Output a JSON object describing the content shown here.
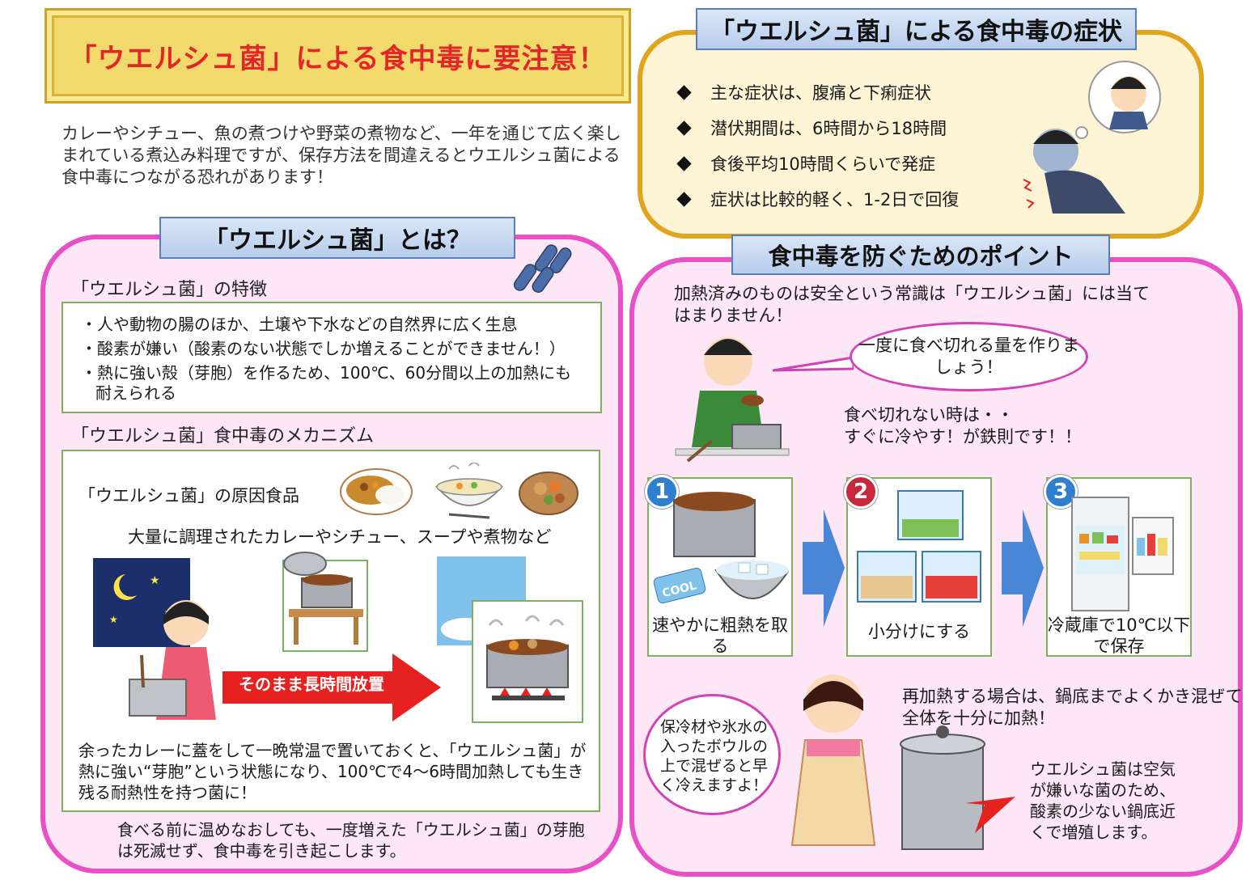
{
  "title": "「ウエルシュ菌」による食中毒に要注意！",
  "intro": "カレーやシチュー、魚の煮つけや野菜の煮物など、一年を通じて広く楽しまれている煮込み料理ですが、保存方法を間違えるとウエルシュ菌による食中毒につながる恐れがあります！",
  "left": {
    "label": "「ウエルシュ菌」とは？",
    "feature_heading": "「ウエルシュ菌」の特徴",
    "features": [
      "・人や動物の腸のほか、土壌や下水などの自然界に広く生息",
      "・酸素が嫌い（酸素のない状態でしか増えることができません！）",
      "・熱に強い殻（芽胞）を作るため、100℃、60分間以上の加熱にも耐えられる"
    ],
    "mech_heading": "「ウエルシュ菌」食中毒のメカニズム",
    "cause_label": "「ウエルシュ菌」の原因食品",
    "cause_sub": "大量に調理されたカレーやシチュー、スープや煮物など",
    "arrow_label": "そのまま長時間放置",
    "mech_text": "余ったカレーに蓋をして一晩常温で置いておくと、「ウエルシュ菌」が熱に強い“芽胞”という状態になり、100℃で4～6時間加熱しても生き残る耐熱性を持つ菌に！",
    "footer": "食べる前に温めなおしても、一度増えた「ウエルシュ菌」の芽胞は死滅せず、食中毒を引き起こします。"
  },
  "symptoms": {
    "label": "「ウエルシュ菌」による食中毒の症状",
    "items": [
      "主な症状は、腹痛と下痢症状",
      "潜伏期間は、6時間から18時間",
      "食後平均10時間くらいで発症",
      "症状は比較的軽く、1-2日で回復"
    ]
  },
  "prevention": {
    "label": "食中毒を防ぐためのポイント",
    "intro": "加熱済みのものは安全という常識は「ウエルシュ菌」には当てはまりません！",
    "speech": "一度に食べ切れる量を作りましょう！",
    "leftover_1": "食べ切れない時は・・",
    "leftover_2": "すぐに冷やす！が鉄則です！！",
    "steps": [
      {
        "num": "1",
        "caption": "速やかに粗熱を取る",
        "color": "#2f7fd0"
      },
      {
        "num": "2",
        "caption": "小分けにする",
        "color": "#c8283c"
      },
      {
        "num": "3",
        "caption": "冷蔵庫で10℃以下で保存",
        "color": "#2f7fd0"
      }
    ],
    "cool_badge": "COOL",
    "reheat": "再加熱する場合は、鍋底までよくかき混ぜて全体を十分に加熱！",
    "cool_tip": "保冷材や氷水の入ったボウルの上で混ぜると早く冷えますよ！",
    "anaerobic": "ウエルシュ菌は空気が嫌いな菌のため、酸素の少ない鍋底近くで増殖します。"
  },
  "colors": {
    "title_red": "#e3262a",
    "pink_border": "#e94fc6",
    "pink_fill": "#fde6f6",
    "gold_border": "#e0a51c",
    "blue_label": "#b7cdec",
    "green_border": "#7fb060"
  }
}
